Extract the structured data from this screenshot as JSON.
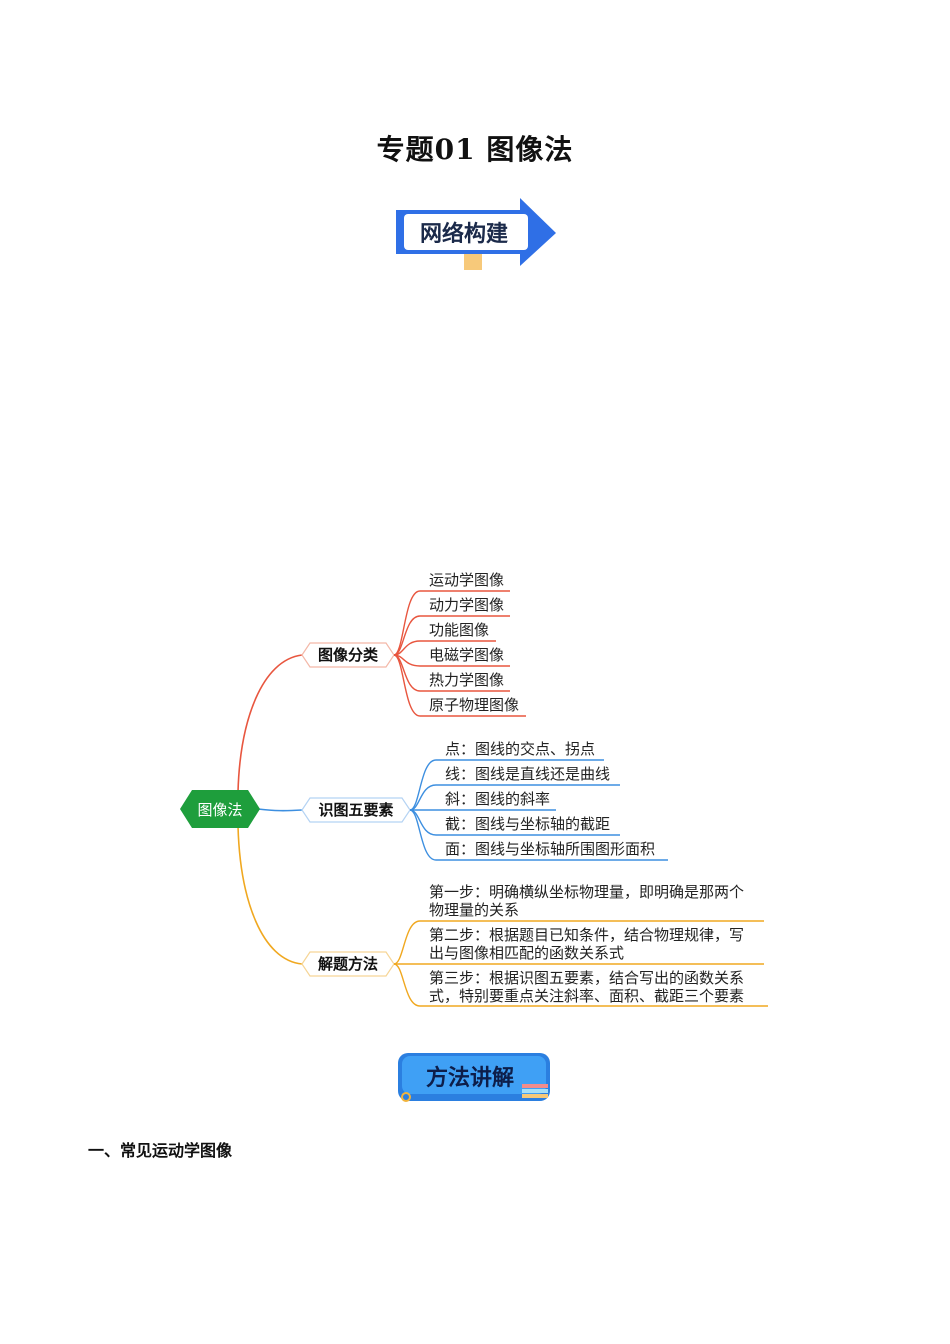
{
  "document": {
    "title": "专题01 图像法",
    "banner_network": "网络构建",
    "banner_method": "方法讲解",
    "section_1": "一、常见运动学图像"
  },
  "mindmap": {
    "root": "图像法",
    "branches": [
      {
        "label": "图像分类",
        "color": "#e8563f",
        "items": [
          "运动学图像",
          "动力学图像",
          "功能图像",
          "电磁学图像",
          "热力学图像",
          "原子物理图像"
        ]
      },
      {
        "label": "识图五要素",
        "color": "#3d8fe0",
        "items": [
          "点：图线的交点、拐点",
          "线：图线是直线还是曲线",
          "斜：图线的斜率",
          "截：图线与坐标轴的截距",
          "面：图线与坐标轴所围图形面积"
        ]
      },
      {
        "label": "解题方法",
        "color": "#f0a820",
        "items": [
          {
            "line1": "第一步：明确横纵坐标物理量，即明确是那两个",
            "line2": "物理量的关系"
          },
          {
            "line1": "第二步：根据题目已知条件，结合物理规律，写",
            "line2": "出与图像相匹配的函数关系式"
          },
          {
            "line1": "第三步：根据识图五要素，结合写出的函数关系",
            "line2": "式，特别要重点关注斜率、面积、截距三个要素"
          }
        ]
      }
    ]
  },
  "colors": {
    "banner_blue": "#2f6fe6",
    "root_green": "#1e9e3c"
  }
}
